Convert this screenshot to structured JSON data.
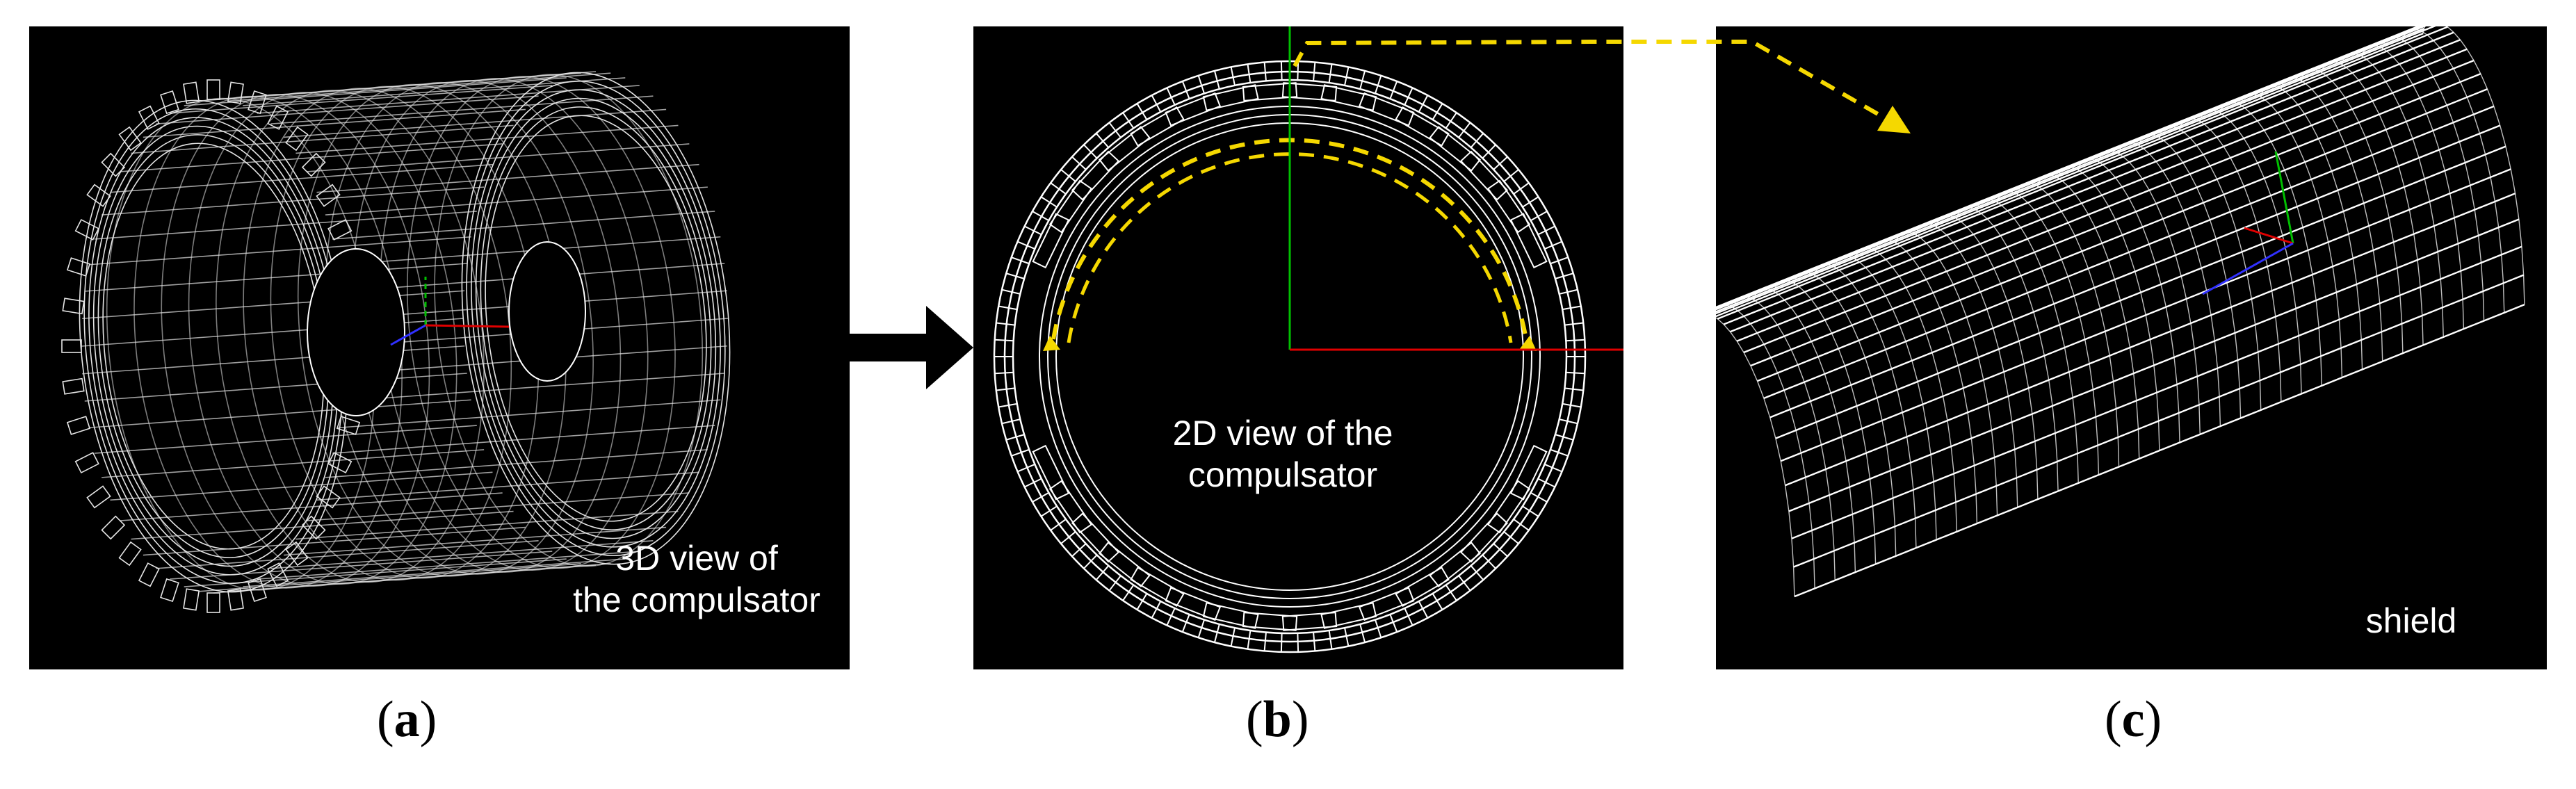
{
  "panels": {
    "a": {
      "text_line1": "3D view of",
      "text_line2": "the compulsator",
      "caption_letter": "a"
    },
    "b": {
      "text_line1": "2D view of the",
      "text_line2": "compulsator",
      "caption_letter": "b"
    },
    "c": {
      "text": "shield",
      "caption_letter": "c"
    }
  },
  "colors": {
    "background": "#000000",
    "wireframe": "#ffffff",
    "axis_x": "#e00000",
    "axis_y": "#00c000",
    "axis_z": "#3030ff",
    "annotation_arrow": "#f5d800"
  },
  "arrows": [
    "black-arrow-a-to-b",
    "yellow-dashed-arrow-b-to-c"
  ]
}
